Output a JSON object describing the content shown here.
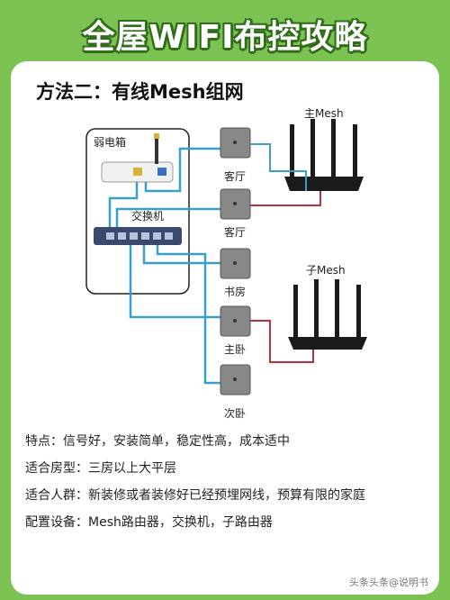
{
  "title": "全屋WIFI布控攻略",
  "subtitle": "方法二：有线Mesh组网",
  "diagram": {
    "weak_box_label": "弱电箱",
    "switch_label": "交换机",
    "main_router_label": "主Mesh",
    "sub_router_label": "子Mesh",
    "rooms": [
      "客厅",
      "客厅",
      "书房",
      "主卧",
      "次卧"
    ],
    "colors": {
      "cable": "#3a9fc6",
      "red_cable": "#c0303c",
      "router": "#1b1b1b",
      "switch": "#3a4a6e"
    }
  },
  "features": {
    "feature": "特点：信号好，安装简单，稳定性高，成本适中",
    "house_type": "适合房型：三房以上大平层",
    "audience": "适合人群：新装修或者装修好已经预埋网线，预算有限的家庭",
    "equipment": "配置设备：Mesh路由器，交换机，子路由器"
  },
  "watermark": "头条头条@说明书"
}
